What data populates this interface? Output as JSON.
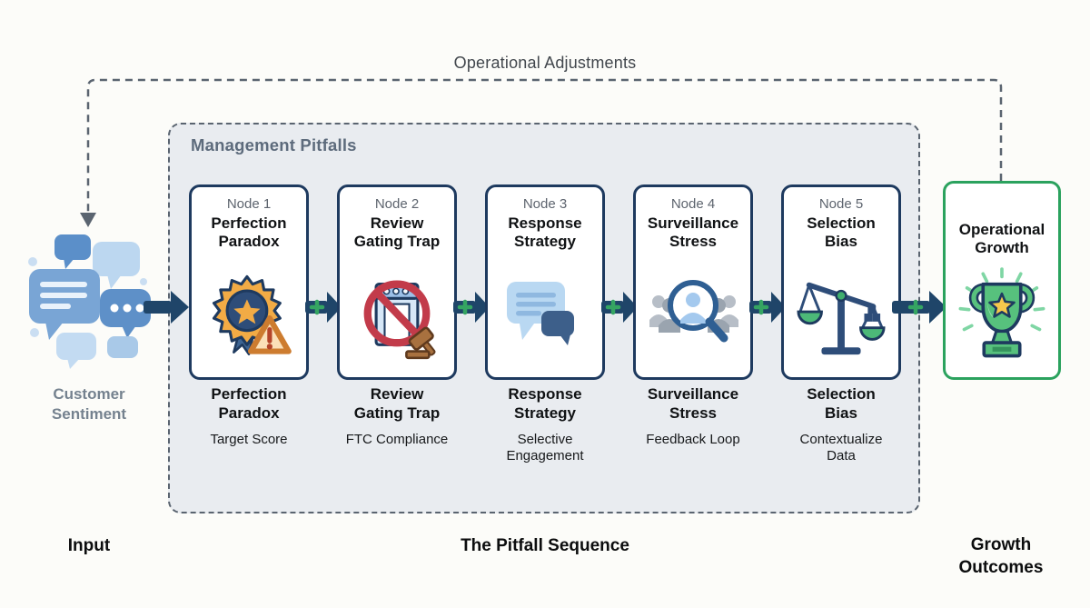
{
  "feedback_loop": {
    "label": "Operational Adjustments"
  },
  "input_source": {
    "label": "Customer Sentiment",
    "zone_label": "Input",
    "icon": "chat-bubbles-cluster-icon"
  },
  "container": {
    "title": "Management Pitfalls",
    "zone_label": "The Pitfall Sequence"
  },
  "nodes": [
    {
      "id": "Node 1",
      "title_line1": "Perfection",
      "title_line2": "Paradox",
      "caption_line1": "Target Score",
      "caption_line2": "",
      "icon": "award-badge-warning-icon"
    },
    {
      "id": "Node 2",
      "title_line1": "Review",
      "title_line2": "Gating Trap",
      "caption_line1": "FTC Compliance",
      "caption_line2": "",
      "icon": "prohibited-gate-gavel-icon"
    },
    {
      "id": "Node 3",
      "title_line1": "Response",
      "title_line2": "Strategy",
      "caption_line1": "Selective",
      "caption_line2": "Engagement",
      "icon": "chat-reply-bubbles-icon"
    },
    {
      "id": "Node 4",
      "title_line1": "Surveillance",
      "title_line2": "Stress",
      "caption_line1": "Feedback Loop",
      "caption_line2": "",
      "icon": "magnifier-people-icon"
    },
    {
      "id": "Node 5",
      "title_line1": "Selection",
      "title_line2": "Bias",
      "caption_line1": "Contextualize",
      "caption_line2": "Data",
      "icon": "unbalanced-scale-icon"
    }
  ],
  "outcome": {
    "title_line1": "Operational",
    "title_line2": "Growth",
    "zone_label": "Growth Outcomes",
    "icon": "trophy-icon"
  },
  "colors": {
    "navy_outline": "#1e3a5f",
    "arrow_navy": "#1f4569",
    "plus_green": "#35a562",
    "growth_green": "#2ba25e",
    "dashed_gray": "#5a6470",
    "container_fill": "#e9ecf0",
    "warning_orange": "#cd7c2f",
    "prohibition_red": "#c23b4a",
    "badge_gold": "#f2ab45",
    "bubble_blue": "#79a5d5"
  }
}
